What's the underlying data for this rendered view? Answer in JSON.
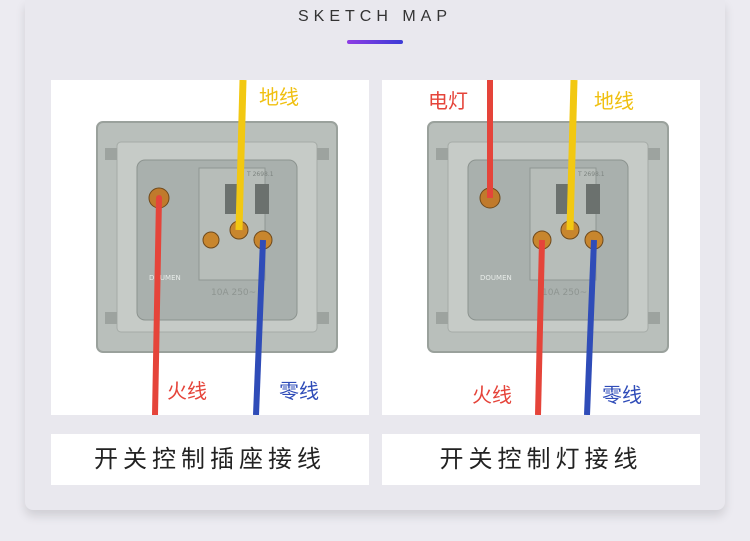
{
  "header": {
    "title": "SKETCH MAP"
  },
  "colors": {
    "live": "#e5443a",
    "earth": "#f2c812",
    "neutral": "#2f4cb8",
    "accent": "#7b3fe0"
  },
  "panels": [
    {
      "caption": "开关控制插座接线",
      "labels": {
        "earth": "地线",
        "live": "火线",
        "neutral": "零线"
      }
    },
    {
      "caption": "开关控制灯接线",
      "labels": {
        "lamp": "电灯",
        "earth": "地线",
        "live": "火线",
        "neutral": "零线"
      }
    }
  ],
  "module_print": {
    "brand": "DOUMEN",
    "rating": "10A 250~",
    "code": "T 2698.1"
  }
}
